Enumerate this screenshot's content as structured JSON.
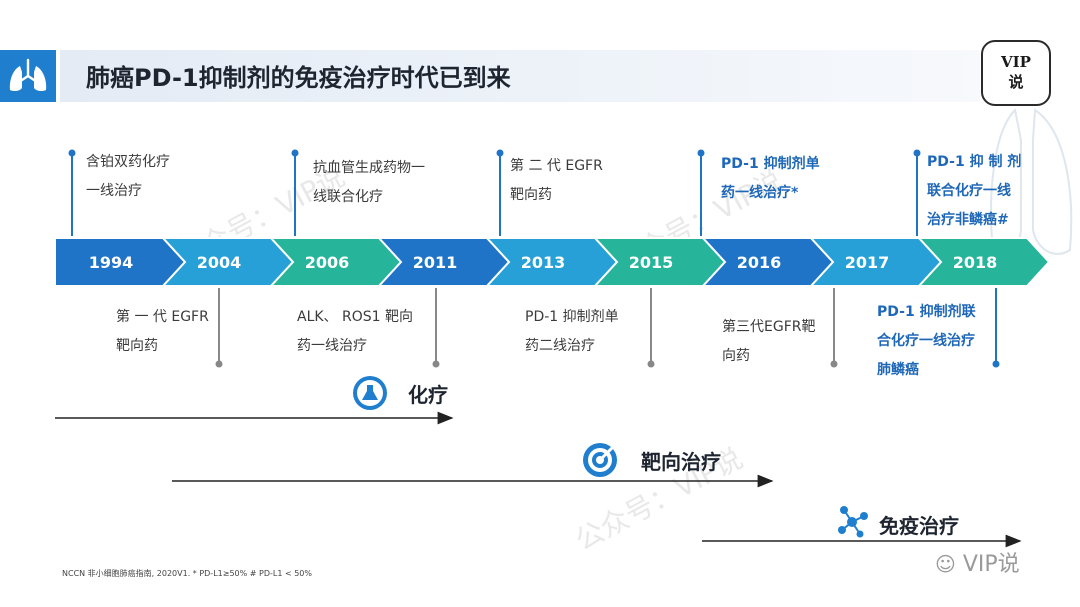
{
  "title": "肺癌PD-1抑制剂的免疫治疗时代已到来",
  "badge": {
    "line1": "VIP",
    "line2": "说"
  },
  "timeline": {
    "years": [
      "1994",
      "2004",
      "2006",
      "2011",
      "2013",
      "2015",
      "2016",
      "2017",
      "2018"
    ],
    "colors": [
      "#1f74c8",
      "#26a0d6",
      "#26b59a",
      "#1f74c8",
      "#26a0d6",
      "#26b59a",
      "#1f74c8",
      "#26a0d6",
      "#26b59a"
    ]
  },
  "events_top": [
    {
      "lines": [
        "含铂双药化疗",
        "一线治疗"
      ],
      "highlight": false
    },
    {
      "lines": [
        "抗血管生成药物一",
        "线联合化疗"
      ],
      "highlight": false
    },
    {
      "lines": [
        "第 二 代 EGFR",
        "靶向药"
      ],
      "highlight": false
    },
    {
      "lines": [
        "PD-1 抑制剂单",
        "药一线治疗*"
      ],
      "highlight": true
    },
    {
      "lines": [
        "PD-1 抑 制 剂",
        "联合化疗一线",
        "治疗非鳞癌#"
      ],
      "highlight": true
    }
  ],
  "events_bottom": [
    {
      "lines": [
        "第 一 代 EGFR",
        "靶向药"
      ],
      "highlight": false
    },
    {
      "lines": [
        "ALK、 ROS1 靶向",
        "药一线治疗"
      ],
      "highlight": false
    },
    {
      "lines": [
        "PD-1 抑制剂单",
        "药二线治疗"
      ],
      "highlight": false
    },
    {
      "lines": [
        "第三代EGFR靶",
        "向药"
      ],
      "highlight": false
    },
    {
      "lines": [
        "PD-1 抑制剂联",
        "合化疗一线治疗",
        "肺鳞癌"
      ],
      "highlight": true
    }
  ],
  "eras": [
    {
      "label": "化疗",
      "icon": "flask-icon"
    },
    {
      "label": "靶向治疗",
      "icon": "target-icon"
    },
    {
      "label": "免疫治疗",
      "icon": "molecule-icon"
    }
  ],
  "watermarks": [
    "公众号：VIP说",
    "公众号：VIP说",
    "公众号：VIP说"
  ],
  "footnote": "NCCN 非小细胞肺癌指南, 2020V1. *  PD-L1≥50%      #  PD-L1 < 50%",
  "wechat_label": "VIP说",
  "accent": "#1f7fce"
}
